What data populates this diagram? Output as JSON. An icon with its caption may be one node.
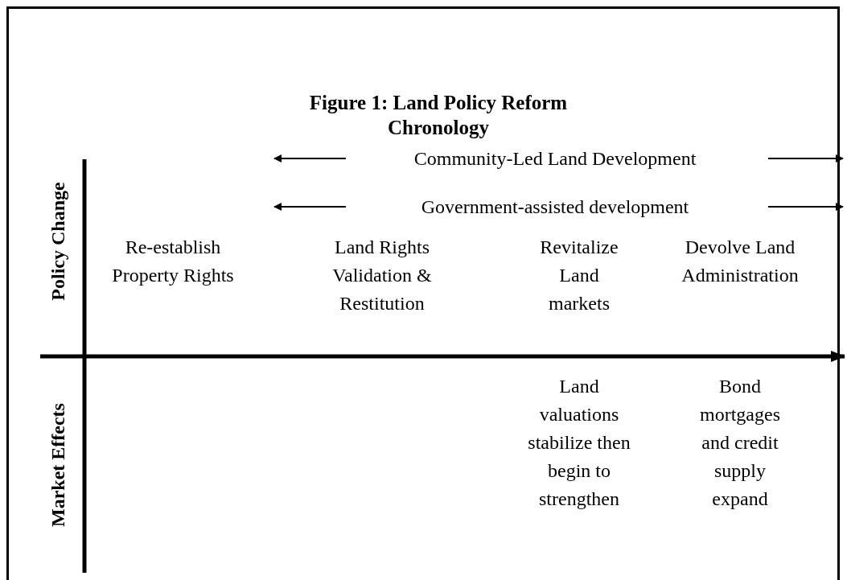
{
  "diagram": {
    "title": "Figure 1: Land Policy Reform Chronology",
    "labels": [
      "Community-Led Land Development",
      "Government-assisted development",
      "Policy Change",
      "Re-establish Property Rights",
      "Land Rights Validation & Restitution",
      "Revitalize Land markets",
      "Devolve Land Administration",
      "Market Effects",
      "Land valuations stabilize then begin to strengthen",
      "Bond mortgages and credit supply expand"
    ]
  }
}
